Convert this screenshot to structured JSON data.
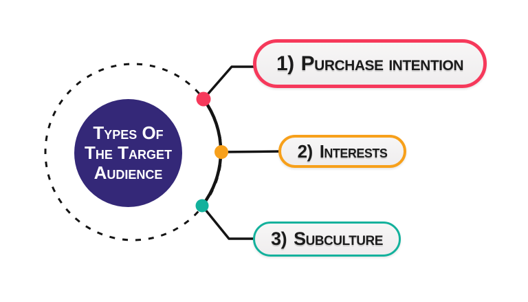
{
  "colors": {
    "background": "#ffffff",
    "line": "#141414",
    "pill_background": "#f2f1f1",
    "pill_text": "#1b1b1b"
  },
  "center_circle": {
    "lines": [
      "Types Of",
      "The Target",
      "Audience"
    ],
    "fill": "#342878",
    "text_color": "#ffffff"
  },
  "branches": [
    {
      "number": "1)",
      "label": "Purchase intention",
      "color": "#f6395b"
    },
    {
      "number": "2)",
      "label": "Interests",
      "color": "#f7a01b"
    },
    {
      "number": "3)",
      "label": "Subculture",
      "color": "#13b19c"
    }
  ]
}
